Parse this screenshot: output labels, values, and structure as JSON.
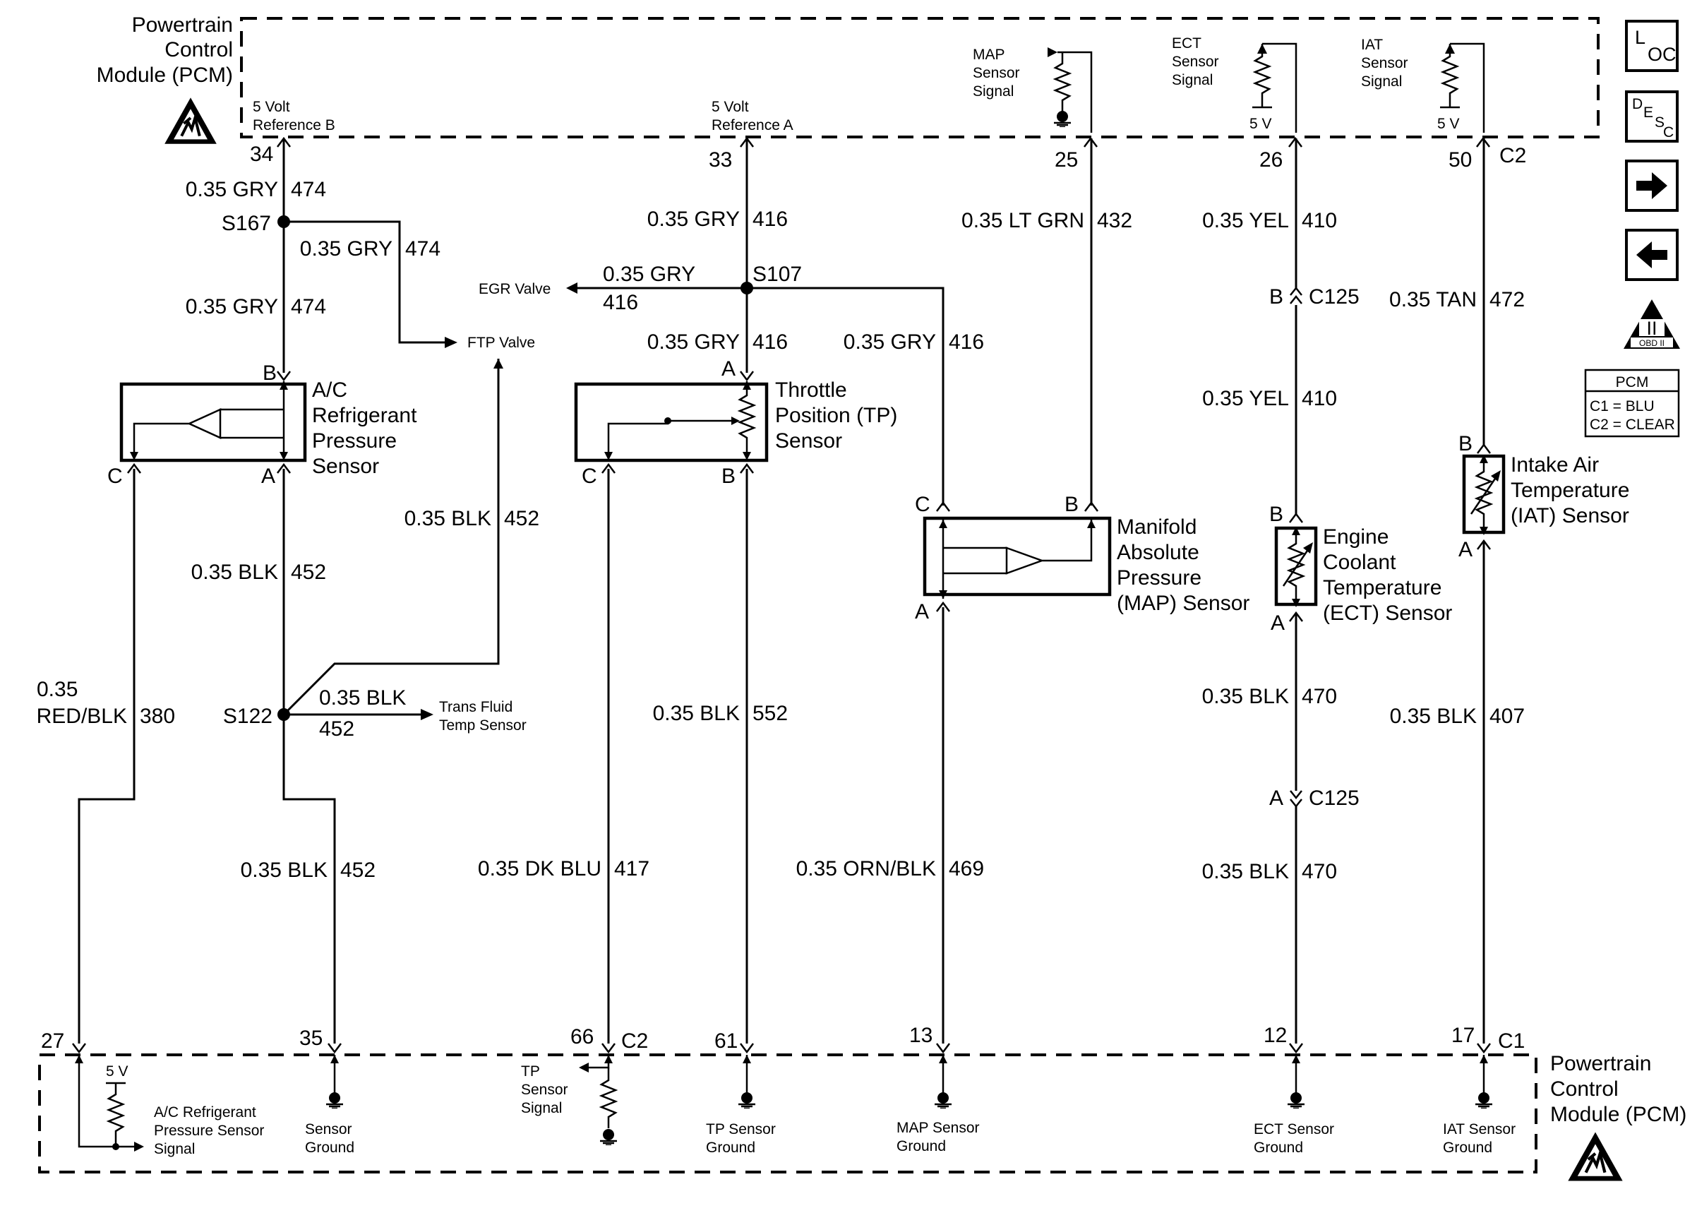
{
  "pcm_top": {
    "title_line1": "Powertrain",
    "title_line2": "Control",
    "title_line3": "Module (PCM)"
  },
  "pcm_bottom": {
    "title_line1": "Powertrain",
    "title_line2": "Control",
    "title_line3": "Module (PCM)"
  },
  "refs": {
    "ref_b_line1": "5 Volt",
    "ref_b_line2": "Reference B",
    "ref_a_line1": "5 Volt",
    "ref_a_line2": "Reference A",
    "map_sig_line1": "MAP",
    "map_sig_line2": "Sensor",
    "map_sig_line3": "Signal",
    "ect_sig_line1": "ECT",
    "ect_sig_line2": "Sensor",
    "ect_sig_line3": "Signal",
    "iat_sig_line1": "IAT",
    "iat_sig_line2": "Sensor",
    "iat_sig_line3": "Signal",
    "five_v": "5 V"
  },
  "pins_top": {
    "p34": "34",
    "p33": "33",
    "p25": "25",
    "p26": "26",
    "p50": "50",
    "c2": "C2"
  },
  "pins_bottom": {
    "p27": "27",
    "p35": "35",
    "p66": "66",
    "c2": "C2",
    "p61": "61",
    "p13": "13",
    "p12": "12",
    "p17": "17",
    "c1": "C1"
  },
  "wires": {
    "w474_a_gauge": "0.35 GRY",
    "w474_a_num": "474",
    "w474_b_gauge": "0.35 GRY",
    "w474_b_num": "474",
    "w474_c_gauge": "0.35 GRY",
    "w474_c_num": "474",
    "w416_a_gauge": "0.35 GRY",
    "w416_a_num": "416",
    "w416_egr_gauge": "0.35 GRY",
    "w416_egr_num": "416",
    "w416_b_gauge": "0.35 GRY",
    "w416_b_num": "416",
    "w416_c_gauge": "0.35 GRY",
    "w416_c_num": "416",
    "w432_gauge": "0.35 LT GRN",
    "w432_num": "432",
    "w410_a_gauge": "0.35 YEL",
    "w410_a_num": "410",
    "w410_b_gauge": "0.35 YEL",
    "w410_b_num": "410",
    "w472_gauge": "0.35 TAN",
    "w472_num": "472",
    "w452_a_gauge": "0.35 BLK",
    "w452_a_num": "452",
    "w452_b_gauge": "0.35 BLK",
    "w452_b_num": "452",
    "w452_c_gauge": "0.35 BLK",
    "w452_c_num": "452",
    "w452_d_gauge": "0.35 BLK",
    "w452_d_num": "452",
    "w380_gauge_line1": "0.35",
    "w380_gauge_line2": "RED/BLK",
    "w380_num": "380",
    "w552_gauge": "0.35 BLK",
    "w552_num": "552",
    "w417_gauge": "0.35 DK BLU",
    "w417_num": "417",
    "w469_gauge": "0.35 ORN/BLK",
    "w469_num": "469",
    "w470_a_gauge": "0.35 BLK",
    "w470_a_num": "470",
    "w470_b_gauge": "0.35 BLK",
    "w470_b_num": "470",
    "w407_gauge": "0.35 BLK",
    "w407_num": "407"
  },
  "splices": {
    "s167": "S167",
    "s107": "S107",
    "s122": "S122"
  },
  "connectors": {
    "c125_top": "C125",
    "c125_top_pin": "B",
    "c125_bot": "C125",
    "c125_bot_pin": "A"
  },
  "destinations": {
    "egr": "EGR Valve",
    "ftp": "FTP Valve",
    "tfts_line1": "Trans Fluid",
    "tfts_line2": "Temp Sensor"
  },
  "sensors": {
    "ac_line1": "A/C",
    "ac_line2": "Refrigerant",
    "ac_line3": "Pressure",
    "ac_line4": "Sensor",
    "ac_pin_b": "B",
    "ac_pin_c": "C",
    "ac_pin_a": "A",
    "tp_line1": "Throttle",
    "tp_line2": "Position (TP)",
    "tp_line3": "Sensor",
    "tp_pin_a": "A",
    "tp_pin_c": "C",
    "tp_pin_b": "B",
    "map_line1": "Manifold",
    "map_line2": "Absolute",
    "map_line3": "Pressure",
    "map_line4": "(MAP) Sensor",
    "map_pin_c": "C",
    "map_pin_b": "B",
    "map_pin_a": "A",
    "ect_line1": "Engine",
    "ect_line2": "Coolant",
    "ect_line3": "Temperature",
    "ect_line4": "(ECT) Sensor",
    "ect_pin_b": "B",
    "ect_pin_a": "A",
    "iat_line1": "Intake Air",
    "iat_line2": "Temperature",
    "iat_line3": "(IAT) Sensor",
    "iat_pin_b": "B",
    "iat_pin_a": "A"
  },
  "bottom_labels": {
    "ac_sig_line1": "A/C Refrigerant",
    "ac_sig_line2": "Pressure Sensor",
    "ac_sig_line3": "Signal",
    "five_v": "5 V",
    "sg_line1": "Sensor",
    "sg_line2": "Ground",
    "tp_sig_line1": "TP",
    "tp_sig_line2": "Sensor",
    "tp_sig_line3": "Signal",
    "tpg_line1": "TP Sensor",
    "tpg_line2": "Ground",
    "mapg_line1": "MAP Sensor",
    "mapg_line2": "Ground",
    "ectg_line1": "ECT Sensor",
    "ectg_line2": "Ground",
    "iatg_line1": "IAT Sensor",
    "iatg_line2": "Ground"
  },
  "sidebar": {
    "loc_l": "L",
    "loc_oc": "OC",
    "desc_d": "D",
    "desc_e": "E",
    "desc_s": "S",
    "desc_c": "C",
    "obd_roman": "II",
    "obd_text": "OBD II",
    "pcm_title": "PCM",
    "pcm_c1": "C1 = BLU",
    "pcm_c2": "C2 = CLEAR"
  }
}
